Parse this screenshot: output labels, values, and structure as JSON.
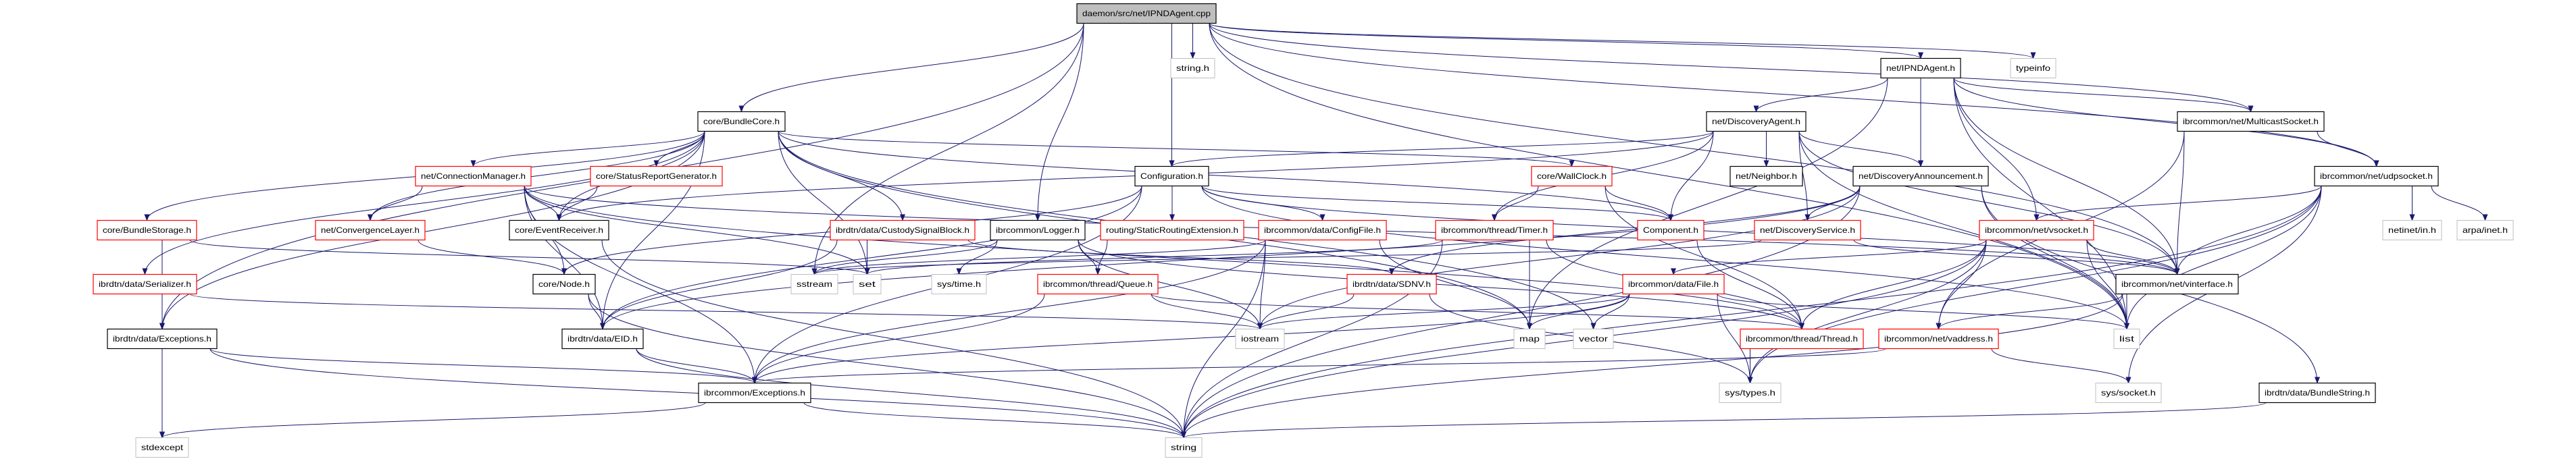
{
  "colors": {
    "edge": "#191970",
    "border_normal": "#000000",
    "border_truncated": "#ff0000",
    "border_external": "#bfbfbf",
    "root_fill": "#bfbfbf"
  },
  "nodes": [
    {
      "id": "main",
      "label": "daemon/src/net/IPNDAgent.cpp",
      "kind": "root"
    },
    {
      "id": "stringh",
      "label": "string.h",
      "kind": "external"
    },
    {
      "id": "ipndh",
      "label": "net/IPNDAgent.h",
      "kind": "normal"
    },
    {
      "id": "typeinfo",
      "label": "typeinfo",
      "kind": "external"
    },
    {
      "id": "bundlecore",
      "label": "core/BundleCore.h",
      "kind": "normal"
    },
    {
      "id": "discagent",
      "label": "net/DiscoveryAgent.h",
      "kind": "normal"
    },
    {
      "id": "mcast",
      "label": "ibrcommon/net/MulticastSocket.h",
      "kind": "normal"
    },
    {
      "id": "connmgr",
      "label": "net/ConnectionManager.h",
      "kind": "truncated"
    },
    {
      "id": "statusrep",
      "label": "core/StatusReportGenerator.h",
      "kind": "truncated"
    },
    {
      "id": "config",
      "label": "Configuration.h",
      "kind": "normal"
    },
    {
      "id": "wallclock",
      "label": "core/WallClock.h",
      "kind": "truncated"
    },
    {
      "id": "neighbor",
      "label": "net/Neighbor.h",
      "kind": "normal"
    },
    {
      "id": "discann",
      "label": "net/DiscoveryAnnouncement.h",
      "kind": "normal"
    },
    {
      "id": "udpsocket",
      "label": "ibrcommon/net/udpsocket.h",
      "kind": "normal"
    },
    {
      "id": "bundlestorage",
      "label": "core/BundleStorage.h",
      "kind": "truncated"
    },
    {
      "id": "convlayer",
      "label": "net/ConvergenceLayer.h",
      "kind": "truncated"
    },
    {
      "id": "eventrecv",
      "label": "core/EventReceiver.h",
      "kind": "normal"
    },
    {
      "id": "custody",
      "label": "ibrdtn/data/CustodySignalBlock.h",
      "kind": "truncated"
    },
    {
      "id": "logger",
      "label": "ibrcommon/Logger.h",
      "kind": "normal"
    },
    {
      "id": "staticrouting",
      "label": "routing/StaticRoutingExtension.h",
      "kind": "truncated"
    },
    {
      "id": "configfile",
      "label": "ibrcommon/data/ConfigFile.h",
      "kind": "truncated"
    },
    {
      "id": "timer",
      "label": "ibrcommon/thread/Timer.h",
      "kind": "truncated"
    },
    {
      "id": "component",
      "label": "Component.h",
      "kind": "truncated"
    },
    {
      "id": "discservice",
      "label": "net/DiscoveryService.h",
      "kind": "truncated"
    },
    {
      "id": "vsocket",
      "label": "ibrcommon/net/vsocket.h",
      "kind": "truncated"
    },
    {
      "id": "netinet",
      "label": "netinet/in.h",
      "kind": "external"
    },
    {
      "id": "arpa",
      "label": "arpa/inet.h",
      "kind": "external"
    },
    {
      "id": "serializer",
      "label": "ibrdtn/data/Serializer.h",
      "kind": "truncated"
    },
    {
      "id": "node",
      "label": "core/Node.h",
      "kind": "normal"
    },
    {
      "id": "sstream",
      "label": "sstream",
      "kind": "external"
    },
    {
      "id": "set",
      "label": "set",
      "kind": "external"
    },
    {
      "id": "systime",
      "label": "sys/time.h",
      "kind": "external"
    },
    {
      "id": "queue",
      "label": "ibrcommon/thread/Queue.h",
      "kind": "truncated"
    },
    {
      "id": "sdnv",
      "label": "ibrdtn/data/SDNV.h",
      "kind": "truncated"
    },
    {
      "id": "file",
      "label": "ibrcommon/data/File.h",
      "kind": "truncated"
    },
    {
      "id": "vinterface",
      "label": "ibrcommon/net/vinterface.h",
      "kind": "normal"
    },
    {
      "id": "dtnexc",
      "label": "ibrdtn/data/Exceptions.h",
      "kind": "normal"
    },
    {
      "id": "eid",
      "label": "ibrdtn/data/EID.h",
      "kind": "normal"
    },
    {
      "id": "iostream",
      "label": "iostream",
      "kind": "external"
    },
    {
      "id": "map",
      "label": "map",
      "kind": "external"
    },
    {
      "id": "vector",
      "label": "vector",
      "kind": "external"
    },
    {
      "id": "thread",
      "label": "ibrcommon/thread/Thread.h",
      "kind": "truncated"
    },
    {
      "id": "vaddress",
      "label": "ibrcommon/net/vaddress.h",
      "kind": "truncated"
    },
    {
      "id": "list",
      "label": "list",
      "kind": "external"
    },
    {
      "id": "comexc",
      "label": "ibrcommon/Exceptions.h",
      "kind": "normal"
    },
    {
      "id": "systypes",
      "label": "sys/types.h",
      "kind": "external"
    },
    {
      "id": "syssocket",
      "label": "sys/socket.h",
      "kind": "external"
    },
    {
      "id": "bundlestring",
      "label": "ibrdtn/data/BundleString.h",
      "kind": "normal"
    },
    {
      "id": "stdexcept",
      "label": "stdexcept",
      "kind": "external"
    },
    {
      "id": "string",
      "label": "string",
      "kind": "external"
    }
  ],
  "edges": [
    [
      "main",
      "bundlecore"
    ],
    [
      "main",
      "stringh"
    ],
    [
      "main",
      "logger"
    ],
    [
      "main",
      "config"
    ],
    [
      "main",
      "ipndh"
    ],
    [
      "main",
      "typeinfo"
    ],
    [
      "main",
      "dtnexc"
    ],
    [
      "main",
      "sstream"
    ],
    [
      "main",
      "mcast"
    ],
    [
      "main",
      "udpsocket"
    ],
    [
      "main",
      "list"
    ],
    [
      "main",
      "vinterface"
    ],
    [
      "ipndh",
      "discagent"
    ],
    [
      "ipndh",
      "discann"
    ],
    [
      "ipndh",
      "vsocket"
    ],
    [
      "ipndh",
      "vinterface"
    ],
    [
      "ipndh",
      "udpsocket"
    ],
    [
      "ipndh",
      "mcast"
    ],
    [
      "ipndh",
      "map"
    ],
    [
      "ipndh",
      "list"
    ],
    [
      "discagent",
      "neighbor"
    ],
    [
      "discagent",
      "discann"
    ],
    [
      "discagent",
      "discservice"
    ],
    [
      "discagent",
      "component"
    ],
    [
      "discagent",
      "timer"
    ],
    [
      "discagent",
      "config"
    ],
    [
      "discagent",
      "eventrecv"
    ],
    [
      "discagent",
      "list"
    ],
    [
      "discagent",
      "vinterface"
    ],
    [
      "discann",
      "discservice"
    ],
    [
      "discann",
      "sdnv"
    ],
    [
      "discann",
      "eid"
    ],
    [
      "discann",
      "list"
    ],
    [
      "discann",
      "bundlestring"
    ],
    [
      "discann",
      "iostream"
    ],
    [
      "discann",
      "string"
    ],
    [
      "discservice",
      "vinterface"
    ],
    [
      "discservice",
      "sstream"
    ],
    [
      "wallclock",
      "timer"
    ],
    [
      "wallclock",
      "component"
    ],
    [
      "wallclock",
      "thread"
    ],
    [
      "timer",
      "map"
    ],
    [
      "timer",
      "string"
    ],
    [
      "timer",
      "thread"
    ],
    [
      "timer",
      "set"
    ],
    [
      "component",
      "thread"
    ],
    [
      "config",
      "configfile"
    ],
    [
      "config",
      "staticrouting"
    ],
    [
      "config",
      "component"
    ],
    [
      "config",
      "node"
    ],
    [
      "config",
      "eid"
    ],
    [
      "config",
      "vinterface"
    ],
    [
      "config",
      "list"
    ],
    [
      "config",
      "comexc"
    ],
    [
      "configfile",
      "iostream"
    ],
    [
      "configfile",
      "string"
    ],
    [
      "configfile",
      "map"
    ],
    [
      "configfile",
      "sstream"
    ],
    [
      "configfile",
      "comexc"
    ],
    [
      "staticrouting",
      "queue"
    ],
    [
      "logger",
      "sstream"
    ],
    [
      "logger",
      "systime"
    ],
    [
      "logger",
      "queue"
    ],
    [
      "logger",
      "iostream"
    ],
    [
      "logger",
      "thread"
    ],
    [
      "queue",
      "comexc"
    ],
    [
      "queue",
      "iostream"
    ],
    [
      "queue",
      "thread"
    ],
    [
      "custody",
      "set"
    ],
    [
      "custody",
      "eid"
    ],
    [
      "custody",
      "sdnv"
    ],
    [
      "bundlecore",
      "statusrep"
    ],
    [
      "bundlecore",
      "connmgr"
    ],
    [
      "bundlecore",
      "bundlestorage"
    ],
    [
      "bundlecore",
      "convlayer"
    ],
    [
      "bundlecore",
      "eventrecv"
    ],
    [
      "bundlecore",
      "serializer"
    ],
    [
      "bundlecore",
      "custody"
    ],
    [
      "bundlecore",
      "set"
    ],
    [
      "bundlecore",
      "wallclock"
    ],
    [
      "bundlecore",
      "component"
    ],
    [
      "bundlecore",
      "map"
    ],
    [
      "bundlecore",
      "vector"
    ],
    [
      "bundlecore",
      "dtnexc"
    ],
    [
      "bundlecore",
      "eid"
    ],
    [
      "connmgr",
      "convlayer"
    ],
    [
      "connmgr",
      "eventrecv"
    ],
    [
      "connmgr",
      "node"
    ],
    [
      "connmgr",
      "eid"
    ],
    [
      "connmgr",
      "set"
    ],
    [
      "connmgr",
      "vinterface"
    ],
    [
      "connmgr",
      "comexc"
    ],
    [
      "connmgr",
      "thread"
    ],
    [
      "statusrep",
      "eventrecv"
    ],
    [
      "bundlestorage",
      "stdexcept"
    ],
    [
      "bundlestorage",
      "set"
    ],
    [
      "convlayer",
      "node"
    ],
    [
      "eventrecv",
      "string"
    ],
    [
      "node",
      "eid"
    ],
    [
      "node",
      "string"
    ],
    [
      "serializer",
      "dtnexc"
    ],
    [
      "serializer",
      "iostream"
    ],
    [
      "dtnexc",
      "stdexcept"
    ],
    [
      "dtnexc",
      "comexc"
    ],
    [
      "dtnexc",
      "string"
    ],
    [
      "eid",
      "comexc"
    ],
    [
      "eid",
      "string"
    ],
    [
      "comexc",
      "stdexcept"
    ],
    [
      "comexc",
      "string"
    ],
    [
      "sdnv",
      "iostream"
    ],
    [
      "sdnv",
      "systypes"
    ],
    [
      "file",
      "map"
    ],
    [
      "file",
      "vector"
    ],
    [
      "file",
      "list"
    ],
    [
      "file",
      "systypes"
    ],
    [
      "file",
      "iostream"
    ],
    [
      "file",
      "comexc"
    ],
    [
      "vsocket",
      "vinterface"
    ],
    [
      "vsocket",
      "list"
    ],
    [
      "vsocket",
      "vaddress"
    ],
    [
      "vsocket",
      "thread"
    ],
    [
      "vsocket",
      "file"
    ],
    [
      "vsocket",
      "string"
    ],
    [
      "vsocket",
      "systypes"
    ],
    [
      "vinterface",
      "list"
    ],
    [
      "vinterface",
      "vaddress"
    ],
    [
      "vinterface",
      "string"
    ],
    [
      "vaddress",
      "syssocket"
    ],
    [
      "vaddress",
      "comexc"
    ],
    [
      "udpsocket",
      "vsocket"
    ],
    [
      "udpsocket",
      "vinterface"
    ],
    [
      "udpsocket",
      "netinet"
    ],
    [
      "udpsocket",
      "arpa"
    ],
    [
      "udpsocket",
      "list"
    ],
    [
      "udpsocket",
      "syssocket"
    ],
    [
      "udpsocket",
      "string"
    ],
    [
      "udpsocket",
      "systypes"
    ],
    [
      "mcast",
      "udpsocket"
    ],
    [
      "mcast",
      "vinterface"
    ],
    [
      "mcast",
      "vaddress"
    ],
    [
      "thread",
      "systypes"
    ],
    [
      "bundlestring",
      "string"
    ]
  ]
}
